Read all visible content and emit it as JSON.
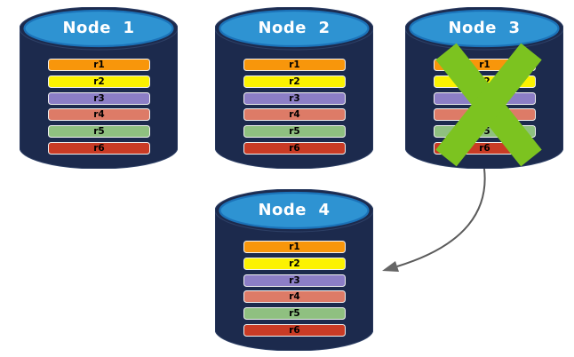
{
  "diagram": {
    "description": "Database replication diagram: failed node's replicas transferred to a new node",
    "nodes": [
      {
        "label": "Node  1",
        "failed": false,
        "rows": [
          "r1",
          "r2",
          "r3",
          "r4",
          "r5",
          "r6"
        ]
      },
      {
        "label": "Node  2",
        "failed": false,
        "rows": [
          "r1",
          "r2",
          "r3",
          "r4",
          "r5",
          "r6"
        ]
      },
      {
        "label": "Node  3",
        "failed": true,
        "rows": [
          "r1",
          "r2",
          "r3",
          "r4",
          "r5",
          "r6"
        ]
      },
      {
        "label": "Node  4",
        "failed": false,
        "rows": [
          "r1",
          "r2",
          "r3",
          "r4",
          "r5",
          "r6"
        ]
      }
    ],
    "row_colors": [
      "#F8960B",
      "#FCF201",
      "#8C7EC6",
      "#DD7B67",
      "#8FC080",
      "#C93B25"
    ],
    "failure": {
      "node": "Node 3",
      "icon": "green-x-cross-icon",
      "color": "#7CC320"
    },
    "arrow": {
      "from": "Node 3",
      "to": "Node 4",
      "style": "curved",
      "color": "#5B5B5B"
    },
    "colors": {
      "background": "#FFFFFF",
      "cylinder_body": "#1C2A4D",
      "cylinder_top_fill": "#2E93D2",
      "cylinder_top_stroke": "#1B72B8",
      "bar_border": "#F1F1F1",
      "bar_text": "#000000",
      "title_text": "#FFFFFF"
    }
  }
}
